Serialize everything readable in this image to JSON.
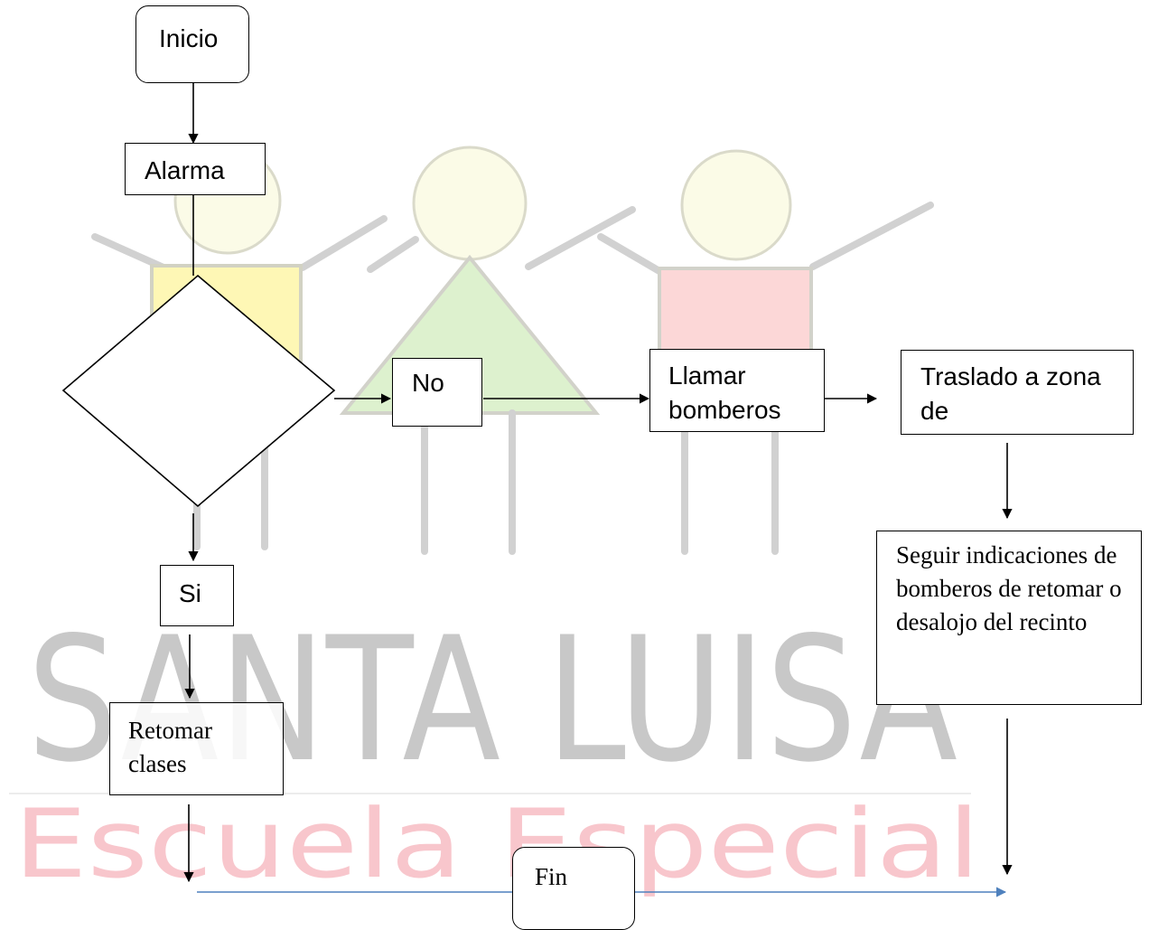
{
  "watermark": {
    "line1": "SANTA LUISA",
    "line2": "Escuela Especial"
  },
  "flowchart": {
    "start": "Inicio",
    "alarm": "Alarma",
    "decision": "",
    "no": "No",
    "yes": "Si",
    "call_firefighters": "Llamar bomberos",
    "transfer": "Traslado a zona de",
    "follow": "Seguir indicaciones de bomberos de retomar o desalojo del recinto",
    "resume": "Retomar clases",
    "end": "Fin"
  },
  "colors": {
    "figure_left": "#fef7b2",
    "figure_middle": "#dcf1cc",
    "figure_right": "#fcd5d5",
    "figure_head": "#fbfbe6",
    "watermark_gray": "#c8c8c8",
    "watermark_pink": "#f8c6cc",
    "end_arrow": "#4f81bd"
  }
}
